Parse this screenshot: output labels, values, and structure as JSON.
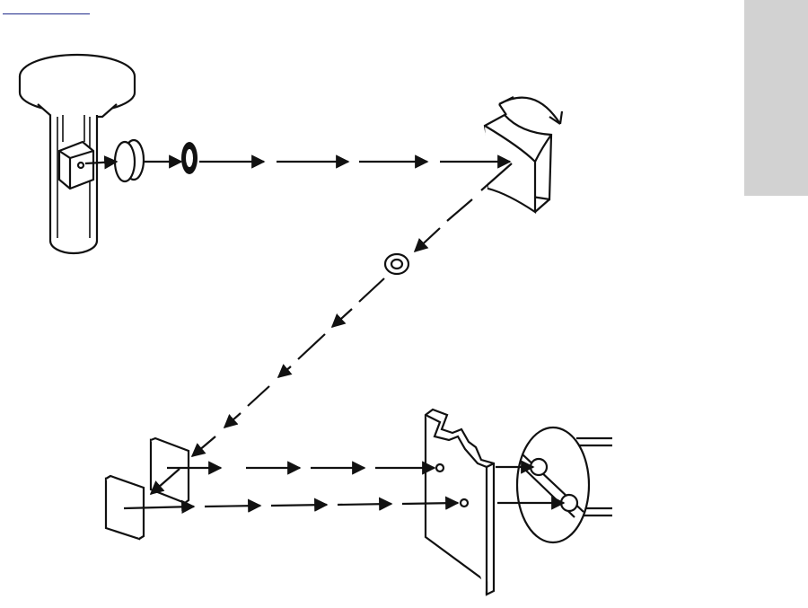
{
  "colors": {
    "ink": "#111111",
    "paper": "#ffffff",
    "side_tab": "#d2d2d2",
    "top_rule": "#1f2b8a"
  },
  "components": [
    {
      "name": "hollow-cathode-lamp-icon"
    },
    {
      "name": "entrance-lens-icon"
    },
    {
      "name": "entrance-slit-icon"
    },
    {
      "name": "rotating-grating-icon"
    },
    {
      "name": "exit-aperture-icon"
    },
    {
      "name": "beam-splitter-mirror-icon"
    },
    {
      "name": "fold-mirror-icon"
    },
    {
      "name": "chopper-plate-icon"
    },
    {
      "name": "dual-photodetector-icon"
    }
  ],
  "beams": [
    {
      "name": "beam-lamp-to-grating"
    },
    {
      "name": "beam-grating-to-splitter"
    },
    {
      "name": "beam-upper-to-detector"
    },
    {
      "name": "beam-lower-to-detector"
    }
  ]
}
